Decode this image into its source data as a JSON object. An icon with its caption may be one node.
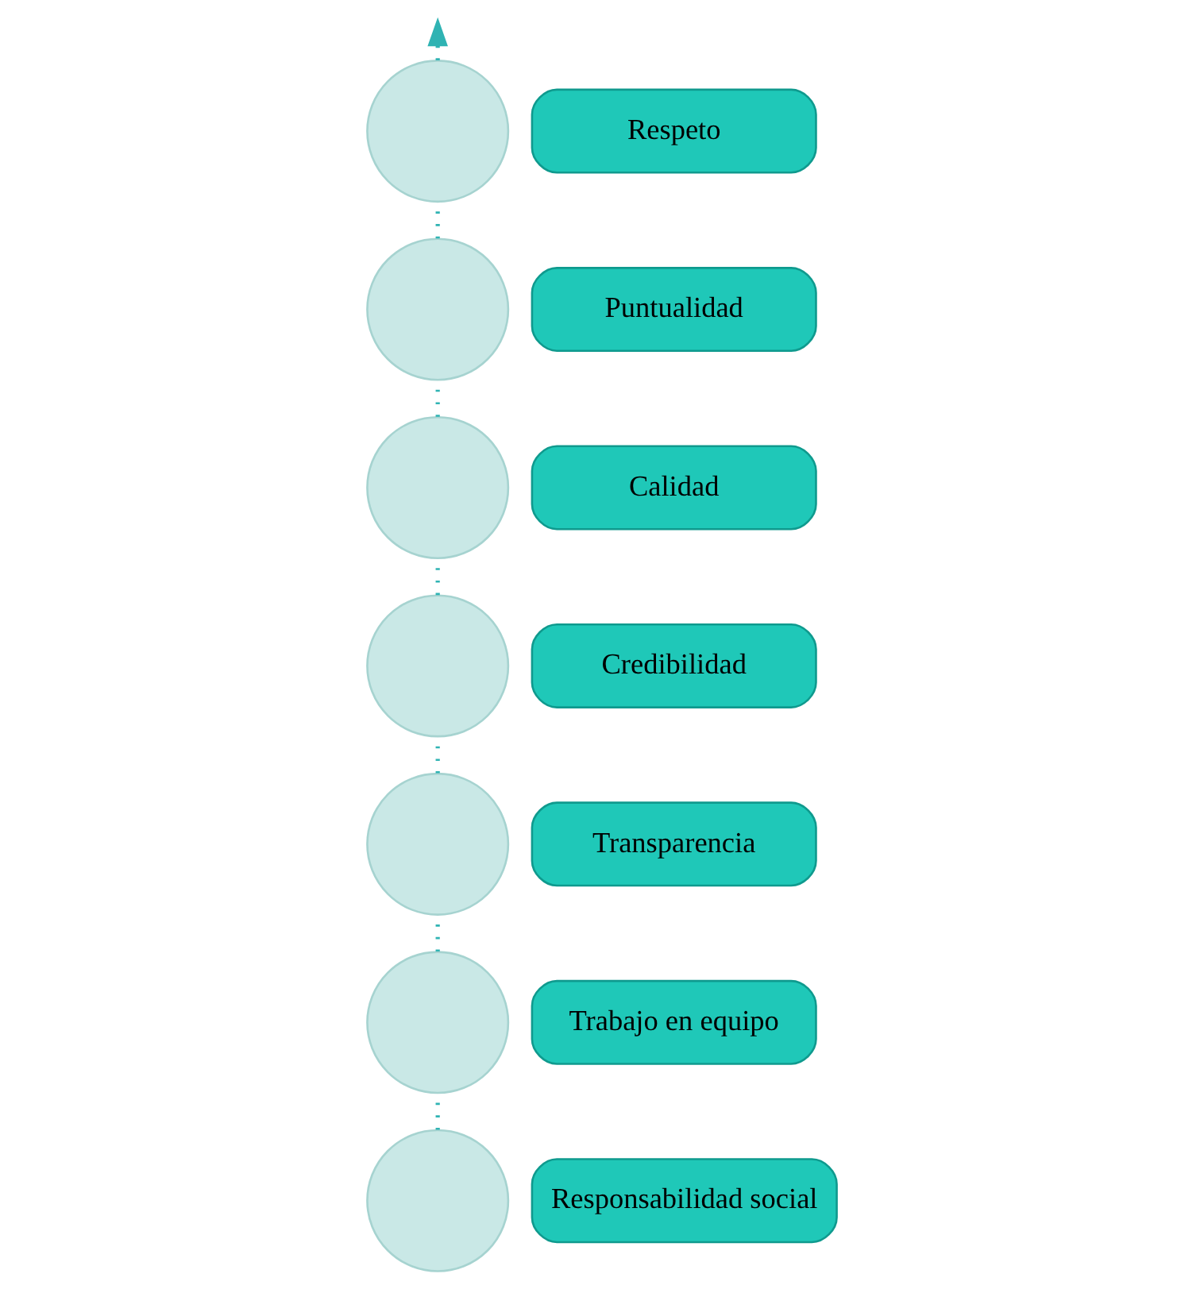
{
  "diagram": {
    "nodes": [
      {
        "text": [],
        "shape": "circle"
      },
      {
        "text": [
          "Responsabilidad social"
        ]
      },
      {
        "text": [],
        "shape": "circle"
      },
      {
        "text": [
          "Trabajo en equipo"
        ]
      },
      {
        "text": [],
        "shape": "circle"
      },
      {
        "text": [
          "Transparencia"
        ]
      },
      {
        "text": [],
        "shape": "circle"
      },
      {
        "text": [
          "Credibilidad"
        ]
      },
      {
        "text": [],
        "shape": "circle"
      },
      {
        "text": [
          "Calidad"
        ]
      },
      {
        "text": [],
        "shape": "circle"
      },
      {
        "text": [
          "Puntualidad"
        ]
      },
      {
        "text": [],
        "shape": "circle"
      },
      {
        "text": [
          "Respeto"
        ]
      }
    ],
    "edges": [
      {
        "from": 0,
        "to": 2,
        "arrow": "none",
        "style": "dashed"
      },
      {
        "from": 2,
        "to": 4,
        "arrow": "none",
        "style": "dashed"
      },
      {
        "from": 4,
        "to": 6,
        "arrow": "none",
        "style": "dashed"
      },
      {
        "from": 6,
        "to": 8,
        "arrow": "none",
        "style": "dashed"
      },
      {
        "from": 8,
        "to": 10,
        "arrow": "none",
        "style": "dashed"
      },
      {
        "from": 10,
        "to": 12,
        "arrow": "none",
        "style": "dashed"
      },
      {
        "from": 12,
        "to": null,
        "arrow": "to",
        "style": "dashed"
      }
    ]
  }
}
